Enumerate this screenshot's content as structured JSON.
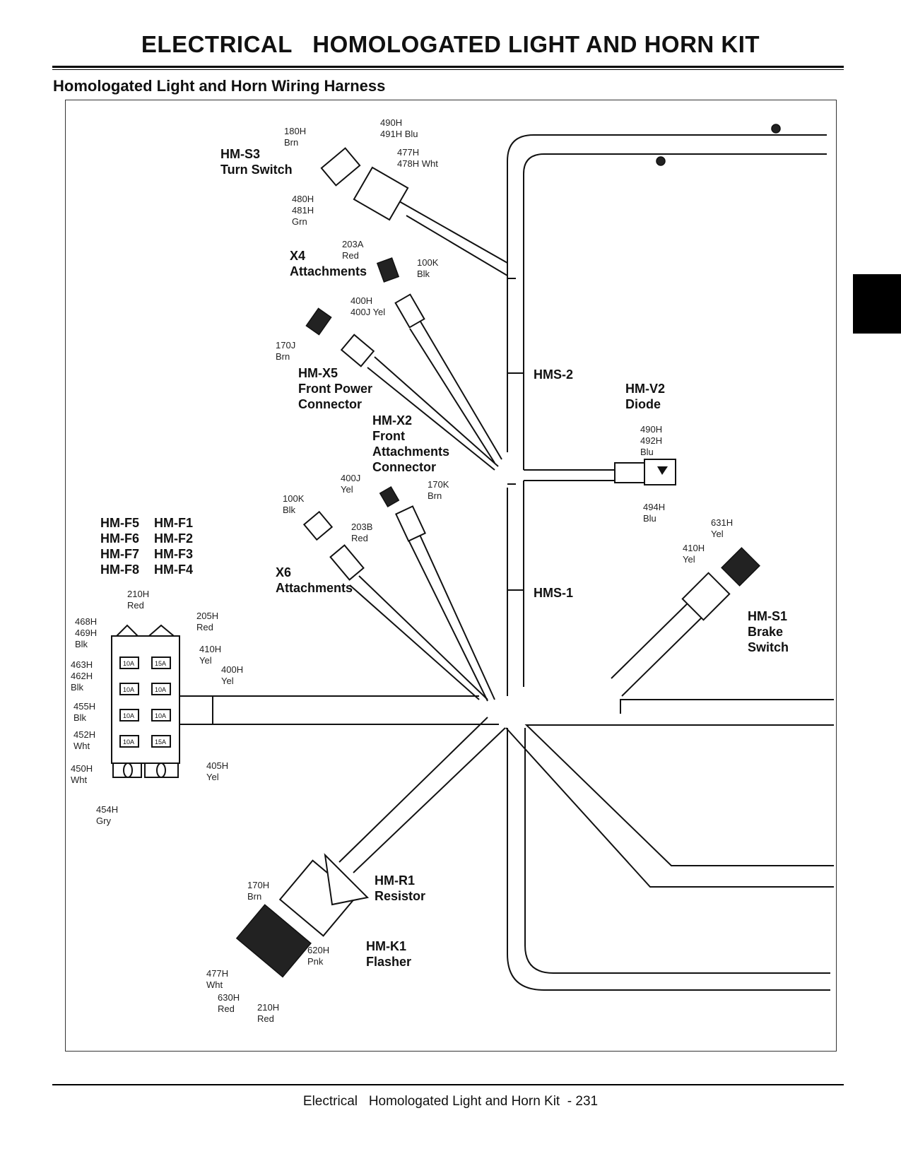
{
  "header": {
    "title": "ELECTRICAL   HOMOLOGATED LIGHT AND HORN KIT",
    "subtitle": "Homologated Light and Horn Wiring Harness"
  },
  "footer": {
    "text": "Electrical   Homologated Light and Horn Kit  - 231"
  },
  "components": {
    "hms3": [
      "HM-S3",
      "Turn Switch"
    ],
    "x4": [
      "X4",
      "Attachments"
    ],
    "hmx5": [
      "HM-X5",
      "Front Power",
      "Connector"
    ],
    "hmx2": [
      "HM-X2",
      "Front",
      "Attachments",
      "Connector"
    ],
    "hmv2": [
      "HM-V2",
      "Diode"
    ],
    "hms2": [
      "HMS-2"
    ],
    "hms1": [
      "HMS-1"
    ],
    "x6": [
      "X6",
      "Attachments"
    ],
    "hms1sw": [
      "HM-S1",
      "Brake",
      "Switch"
    ],
    "hmr1": [
      "HM-R1",
      "Resistor"
    ],
    "hmk1": [
      "HM-K1",
      "Flasher"
    ],
    "fuses_left": [
      "HM-F5",
      "HM-F6",
      "HM-F7",
      "HM-F8"
    ],
    "fuses_right": [
      "HM-F1",
      "HM-F2",
      "HM-F3",
      "HM-F4"
    ]
  },
  "wires": {
    "w180": [
      "180H",
      "Brn"
    ],
    "w490a": [
      "490H",
      "491H Blu"
    ],
    "w477a": [
      "477H",
      "478H Wht"
    ],
    "w480": [
      "480H",
      "481H",
      "Grn"
    ],
    "w203a": [
      "203A",
      "Red"
    ],
    "w100a": [
      "100K",
      "Blk"
    ],
    "w400a": [
      "400H",
      "400J Yel"
    ],
    "w170j": [
      "170J",
      "Brn"
    ],
    "w490b": [
      "490H",
      "492H",
      "Blu"
    ],
    "w494": [
      "494H",
      "Blu"
    ],
    "w400j": [
      "400J",
      "Yel"
    ],
    "w170k": [
      "170K",
      "Brn"
    ],
    "w100b": [
      "100K",
      "Blk"
    ],
    "w203b": [
      "203B",
      "Red"
    ],
    "w631": [
      "631H",
      "Yel"
    ],
    "w410a": [
      "410H",
      "Yel"
    ],
    "w210a": [
      "210H",
      "Red"
    ],
    "w205": [
      "205H",
      "Red"
    ],
    "w468": [
      "468H",
      "469H",
      "Blk"
    ],
    "w410b": [
      "410H",
      "Yel"
    ],
    "w463": [
      "463H",
      "462H",
      "Blk"
    ],
    "w400b": [
      "400H",
      "Yel"
    ],
    "w455": [
      "455H",
      "Blk"
    ],
    "w452": [
      "452H",
      "Wht"
    ],
    "w450": [
      "450H",
      "Wht"
    ],
    "w405": [
      "405H",
      "Yel"
    ],
    "w454": [
      "454H",
      "Gry"
    ],
    "w170h": [
      "170H",
      "Brn"
    ],
    "w620": [
      "620H",
      "Pnk"
    ],
    "w477b": [
      "477H",
      "Wht"
    ],
    "w630": [
      "630H",
      "Red"
    ],
    "w210b": [
      "210H",
      "Red"
    ]
  },
  "fuse_ratings": {
    "left": [
      "10A",
      "10A",
      "10A",
      "10A"
    ],
    "right": [
      "15A",
      "10A",
      "10A",
      "15A"
    ]
  }
}
